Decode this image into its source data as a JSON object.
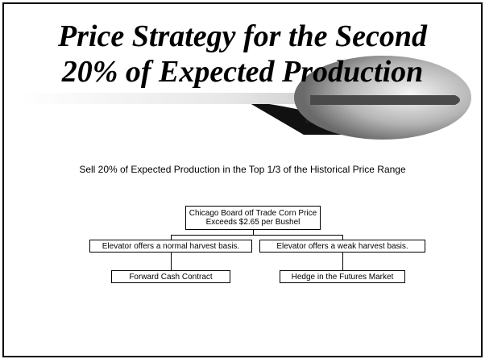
{
  "slide": {
    "title_line1": "Price Strategy for the Second",
    "title_line2": "20% of Expected Production",
    "subtitle": "Sell 20% of Expected Production in the Top 1/3 of the Historical Price Range"
  },
  "diagram": {
    "root": {
      "line1": "Chicago Board otf Trade Corn Price",
      "line2": "Exceeds $2.65 per Bushel"
    },
    "left_branch": {
      "condition": "Elevator offers a normal harvest basis.",
      "action": "Forward Cash Contract"
    },
    "right_branch": {
      "condition": "Elevator offers a weak harvest basis.",
      "action": "Hedge in the Futures Market"
    }
  },
  "colors": {
    "text": "#000000",
    "background": "#ffffff",
    "decoration_dark": "#2a2a2a",
    "decoration_light": "#dcdcdc"
  }
}
